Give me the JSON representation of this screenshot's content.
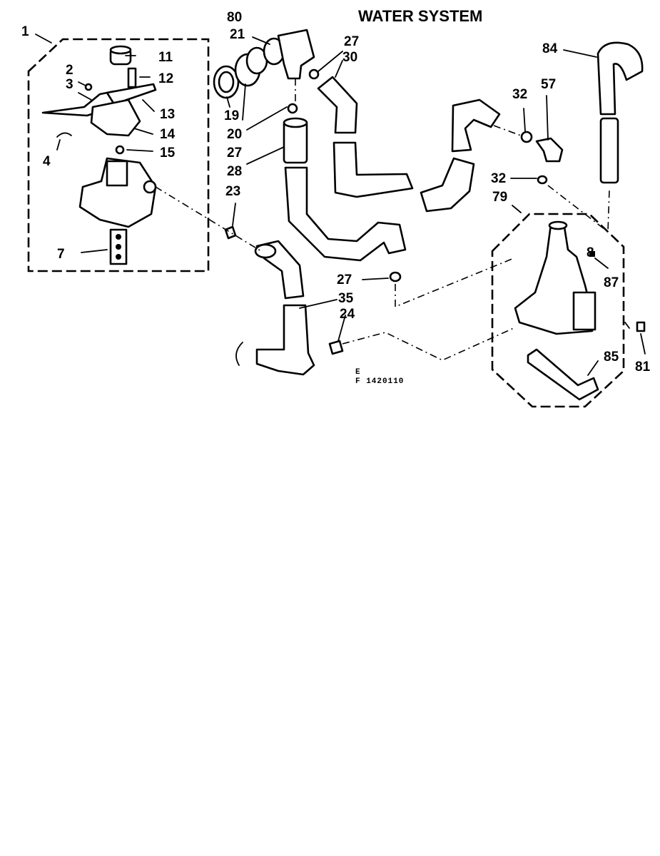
{
  "diagram": {
    "title": "WATER SYSTEM",
    "figure_code_line1": "E",
    "figure_code_line2": "F 1420110",
    "callouts": {
      "c1": "1",
      "c2": "2",
      "c3": "3",
      "c4": "4",
      "c7": "7",
      "c11": "11",
      "c12": "12",
      "c13": "13",
      "c14": "14",
      "c15": "15",
      "c19": "19",
      "c20": "20",
      "c21": "21",
      "c23": "23",
      "c24": "24",
      "c27a": "27",
      "c27b": "27",
      "c27c": "27",
      "c28": "28",
      "c30": "30",
      "c32a": "32",
      "c32b": "32",
      "c35": "35",
      "c57": "57",
      "c79": "79",
      "c80": "80",
      "c81": "81",
      "c84": "84",
      "c85": "85",
      "c87": "87",
      "c8": "8"
    }
  }
}
